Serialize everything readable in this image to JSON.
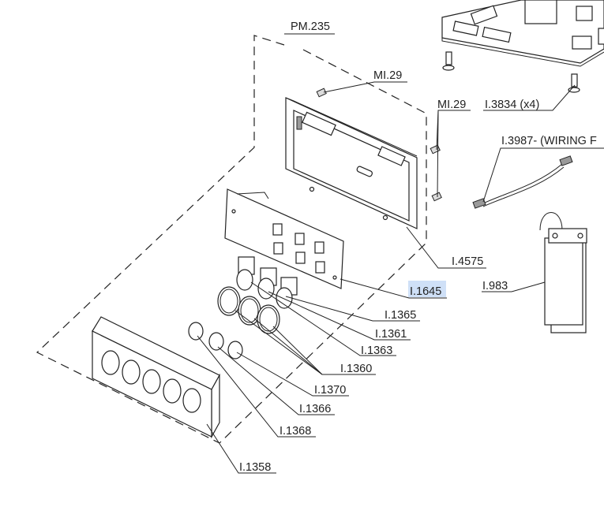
{
  "assembly": {
    "label": "PM.235"
  },
  "callouts": [
    {
      "key": "mi29_top",
      "label": "MI.29"
    },
    {
      "key": "mi29_right",
      "label": "MI.29"
    },
    {
      "key": "i3834",
      "label": "I.3834 (x4)"
    },
    {
      "key": "i3987",
      "label": "I.3987- (WIRING F"
    },
    {
      "key": "i4575",
      "label": "I.4575"
    },
    {
      "key": "i1645",
      "label": "I.1645",
      "highlighted": true
    },
    {
      "key": "i983",
      "label": "I.983"
    },
    {
      "key": "i1365",
      "label": "I.1365"
    },
    {
      "key": "i1361",
      "label": "I.1361"
    },
    {
      "key": "i1363",
      "label": "I.1363"
    },
    {
      "key": "i1360",
      "label": "I.1360"
    },
    {
      "key": "i1370",
      "label": "I.1370"
    },
    {
      "key": "i1366",
      "label": "I.1366"
    },
    {
      "key": "i1368",
      "label": "I.1368"
    },
    {
      "key": "i1358",
      "label": "I.1358"
    }
  ],
  "colors": {
    "line": "#222222",
    "highlight": "#cfe0f7",
    "background": "#ffffff"
  }
}
